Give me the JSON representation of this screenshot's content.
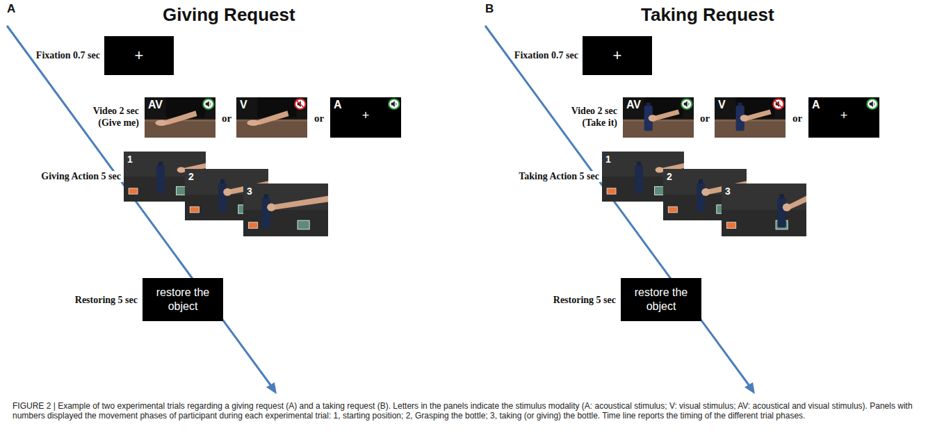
{
  "diagram": {
    "caption": "FIGURE 2 | Example of two experimental trials regarding a giving request (A) and a taking request (B). Letters in the panels indicate the stimulus modality (A: acoustical stimulus; V: visual stimulus; AV: acoustical and visual stimulus). Panels with numbers displayed the movement phases of participant during each experimental trial: 1, starting position; 2, Grasping the bottle; 3, taking (or giving) the bottle. Time line reports the timing of the different trial phases.",
    "nodes": [
      {
        "text": [
          "+"
        ]
      },
      {
        "text": [
          "AV"
        ]
      },
      {
        "text": [
          "V"
        ]
      },
      {
        "text": [
          "A",
          "+"
        ]
      },
      {
        "text": [
          "1"
        ]
      },
      {
        "text": [
          "2"
        ]
      },
      {
        "text": [
          "3"
        ]
      },
      {
        "text": [
          "restore the object"
        ]
      },
      {
        "text": [
          "+"
        ]
      },
      {
        "text": [
          "AV"
        ]
      },
      {
        "text": [
          "V"
        ]
      },
      {
        "text": [
          "A",
          "+"
        ]
      },
      {
        "text": [
          "1"
        ]
      },
      {
        "text": [
          "2"
        ]
      },
      {
        "text": [
          "3"
        ]
      },
      {
        "text": [
          "restore the object"
        ]
      }
    ],
    "labels": [
      "A",
      "Giving Request",
      "Fixation 0.7 sec",
      "Video 2 sec",
      "(Give me)",
      "or",
      "or",
      "Giving Action 5 sec",
      "Restoring 5 sec",
      "B",
      "Taking Request",
      "Fixation 0.7 sec",
      "Video 2 sec",
      "(Take it)",
      "or",
      "or",
      "Taking Action 5 sec",
      "Restoring 5 sec"
    ]
  }
}
